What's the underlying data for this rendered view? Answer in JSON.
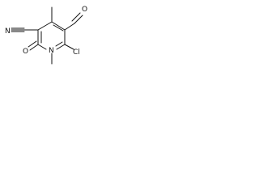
{
  "molecule": {
    "atoms": {
      "oxygen_aldehyde": "O",
      "chlorine": "Cl",
      "nitrogen_nitrile": "N",
      "oxygen_carbonyl": "O",
      "nitrogen_ring": "N"
    },
    "colors": {
      "line": "#111111",
      "background": "#ffffff"
    }
  }
}
